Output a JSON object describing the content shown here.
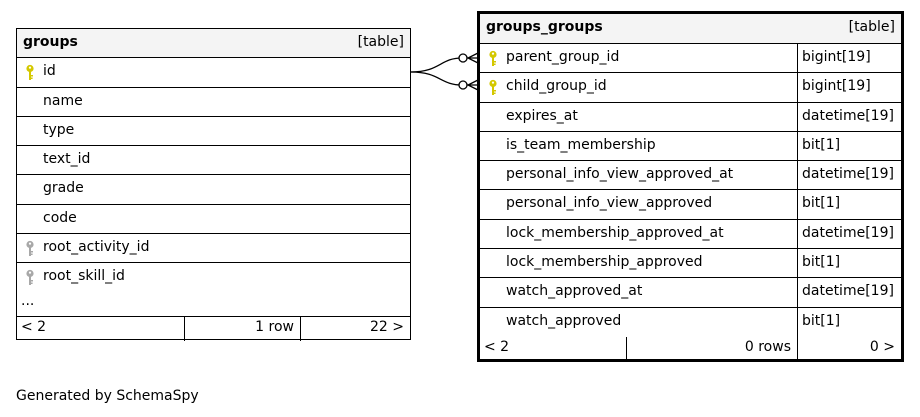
{
  "tables": {
    "groups": {
      "name": "groups",
      "kind": "[table]",
      "columns": [
        {
          "name": "id",
          "key": "primary"
        },
        {
          "name": "name",
          "key": "none"
        },
        {
          "name": "type",
          "key": "none"
        },
        {
          "name": "text_id",
          "key": "none"
        },
        {
          "name": "grade",
          "key": "none"
        },
        {
          "name": "code",
          "key": "none"
        },
        {
          "name": "root_activity_id",
          "key": "foreign"
        },
        {
          "name": "root_skill_id",
          "key": "foreign"
        }
      ],
      "ellipsis": "...",
      "nav": {
        "parents": "< 2",
        "rows": "1 row",
        "children": "22 >"
      }
    },
    "groups_groups": {
      "name": "groups_groups",
      "kind": "[table]",
      "columns": [
        {
          "name": "parent_group_id",
          "type": "bigint[19]",
          "key": "primary"
        },
        {
          "name": "child_group_id",
          "type": "bigint[19]",
          "key": "primary"
        },
        {
          "name": "expires_at",
          "type": "datetime[19]",
          "key": "none"
        },
        {
          "name": "is_team_membership",
          "type": "bit[1]",
          "key": "none"
        },
        {
          "name": "personal_info_view_approved_at",
          "type": "datetime[19]",
          "key": "none"
        },
        {
          "name": "personal_info_view_approved",
          "type": "bit[1]",
          "key": "none"
        },
        {
          "name": "lock_membership_approved_at",
          "type": "datetime[19]",
          "key": "none"
        },
        {
          "name": "lock_membership_approved",
          "type": "bit[1]",
          "key": "none"
        },
        {
          "name": "watch_approved_at",
          "type": "datetime[19]",
          "key": "none"
        },
        {
          "name": "watch_approved",
          "type": "bit[1]",
          "key": "none"
        }
      ],
      "nav": {
        "parents": "< 2",
        "rows": "0 rows",
        "children": "0 >"
      }
    }
  },
  "relationships": [
    {
      "from": "groups.id",
      "to": "groups_groups.parent_group_id"
    },
    {
      "from": "groups.id",
      "to": "groups_groups.child_group_id"
    }
  ],
  "footer": "Generated by SchemaSpy",
  "colors": {
    "primary_key": "#d4c800",
    "foreign_key": "#a8a8a8",
    "header_bg": "#f4f4f4"
  }
}
